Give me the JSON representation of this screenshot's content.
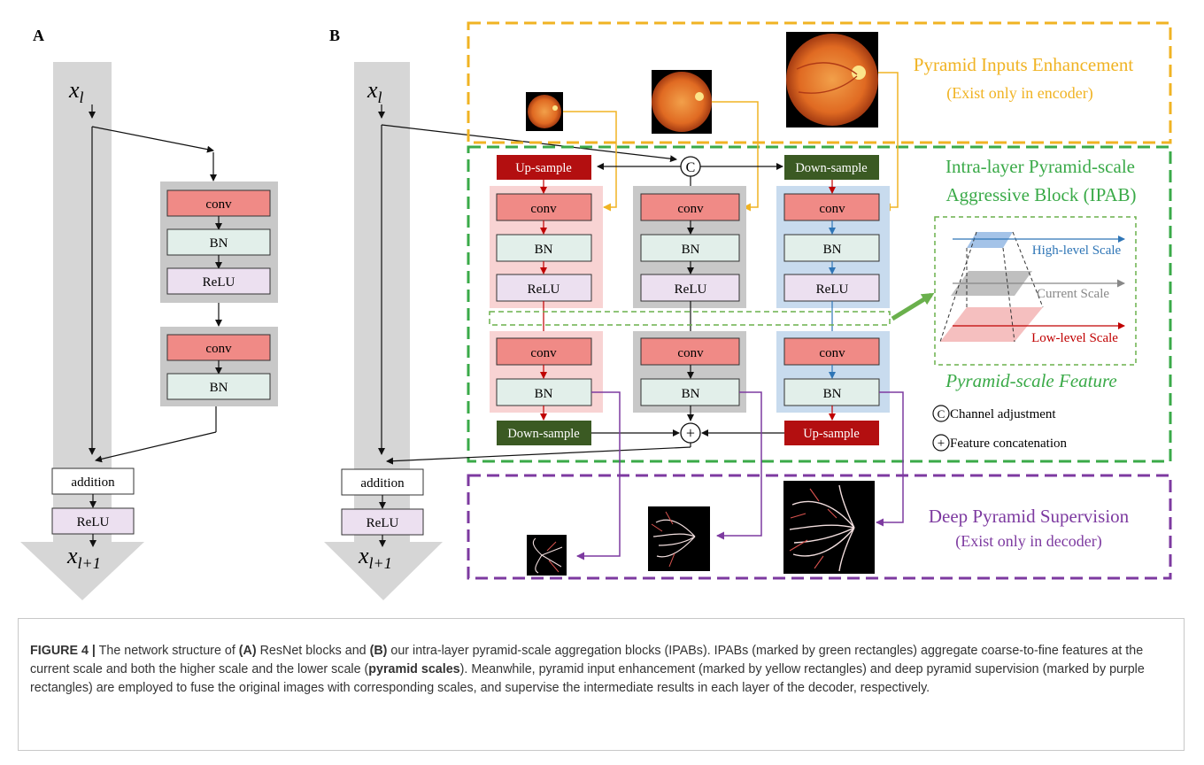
{
  "panels": {
    "a": "A",
    "b": "B"
  },
  "resblock": {
    "input": "x",
    "input_sub": "l",
    "output": "x",
    "output_sub": "l+1",
    "conv": "conv",
    "bn": "BN",
    "relu": "ReLU",
    "addition": "addition"
  },
  "ipab": {
    "concat_symbol": "C",
    "add_symbol": "+",
    "up_sample": "Up-sample",
    "down_sample": "Down-sample"
  },
  "regions": {
    "pyramid_inputs_title": "Pyramid Inputs Enhancement",
    "pyramid_inputs_note": "(Exist only in encoder)",
    "ipab_title_line1": "Intra-layer Pyramid-scale",
    "ipab_title_line2": "Aggressive Block (IPAB)",
    "supervision_title": "Deep Pyramid Supervision",
    "supervision_note": "(Exist only in decoder)"
  },
  "inset": {
    "title": "Pyramid-scale Feature",
    "high": "High-level Scale",
    "current": "Current Scale",
    "low": "Low-level Scale"
  },
  "legend": {
    "channel": "Channel adjustment",
    "feature": "Feature concatenation"
  },
  "colors": {
    "yellow": "#f0b323",
    "green": "#3aaa48",
    "purple": "#7d3aa0",
    "conv": "#f08a86",
    "bn": "#e2efea",
    "relu": "#ece0f0",
    "up_sample": "#b30f10",
    "down_sample": "#3b5a23",
    "red_branch": "#f8d3d3",
    "blue_branch": "#c8dbee",
    "gray_branch": "#c8c8c8",
    "high_blue": "#2e75b6",
    "low_red": "#c00000"
  },
  "caption": {
    "label": "FIGURE 4 |",
    "t1": " The network structure of ",
    "a": "(A)",
    "t2": " ResNet blocks and ",
    "b": "(B)",
    "t3": " our intra-layer pyramid-scale aggregation blocks (IPABs). IPABs (marked by green rectangles) aggregate coarse-to-fine features at the current scale and both the higher scale and the lower scale (",
    "bold": "pyramid scales",
    "t4": "). Meanwhile, pyramid input enhancement (marked by yellow rectangles) and deep pyramid supervision (marked by purple rectangles) are employed to fuse the original images with corresponding scales, and supervise the intermediate results in each layer of the decoder, respectively."
  }
}
